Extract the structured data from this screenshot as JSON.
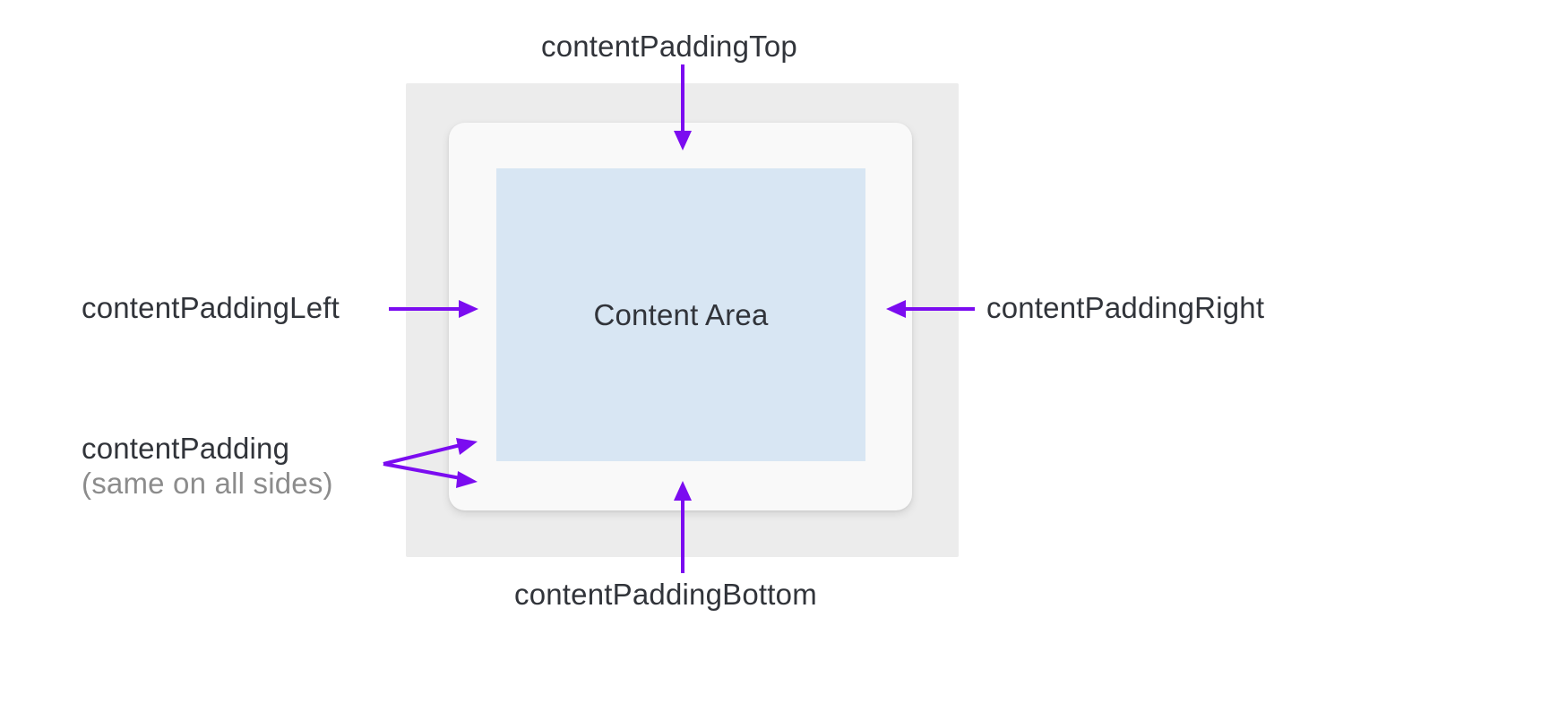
{
  "diagram": {
    "title": "contentPadding anatomy diagram",
    "colors": {
      "arrow": "#7b0cf0",
      "outer_box": "#ececec",
      "card_box": "#f9f9f9",
      "content_box": "#d8e6f3",
      "text": "#31343a",
      "muted_text": "#8c8c8c",
      "background": "#ffffff"
    },
    "content_area": {
      "label": "Content Area"
    },
    "annotations": [
      {
        "id": "contentPaddingTop",
        "label": "contentPaddingTop",
        "position": "top",
        "arrow_direction": "down"
      },
      {
        "id": "contentPaddingLeft",
        "label": "contentPaddingLeft",
        "position": "left",
        "arrow_direction": "right"
      },
      {
        "id": "contentPaddingRight",
        "label": "contentPaddingRight",
        "position": "right",
        "arrow_direction": "left"
      },
      {
        "id": "contentPaddingBottom",
        "label": "contentPaddingBottom",
        "position": "bottom",
        "arrow_direction": "up"
      },
      {
        "id": "contentPadding",
        "label": "contentPadding",
        "sublabel": "(same on all sides)",
        "position": "lower-left",
        "arrow_direction": "fork-right"
      }
    ]
  }
}
